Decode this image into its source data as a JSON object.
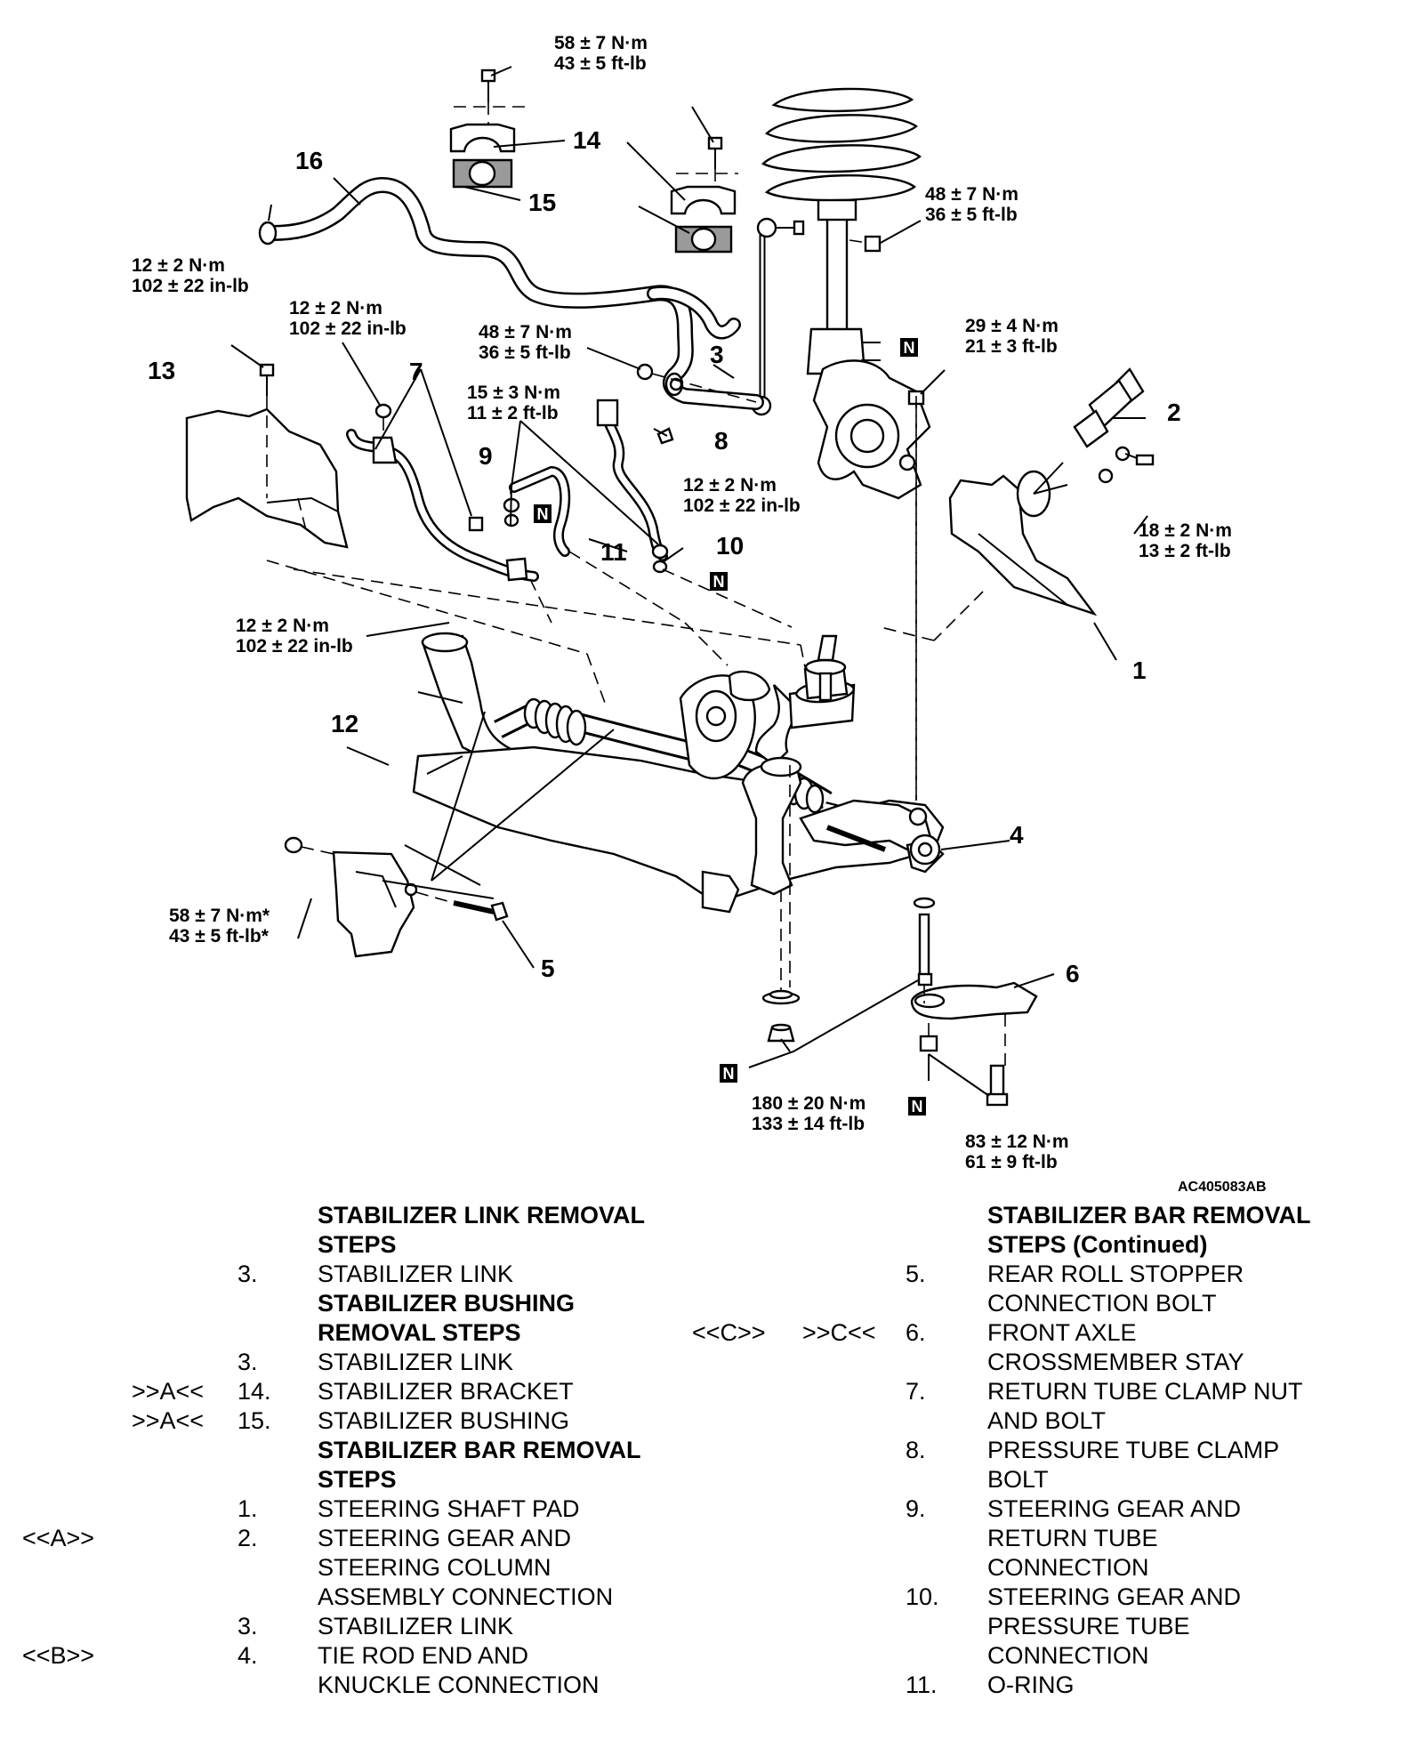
{
  "figure_id": "AC405083AB",
  "callouts": [
    "1",
    "2",
    "3",
    "4",
    "5",
    "6",
    "7",
    "8",
    "9",
    "10",
    "11",
    "12",
    "13",
    "14",
    "15",
    "16"
  ],
  "torques": {
    "t_top": [
      "58 ± 7 N·m",
      "43 ± 5 ft-lb"
    ],
    "t_strut": [
      "48 ± 7 N·m",
      "36 ± 5 ft-lb"
    ],
    "t_knuckle": [
      "29 ± 4 N·m",
      "21 ± 3 ft-lb"
    ],
    "t_13": [
      "12 ± 2 N·m",
      "102 ± 22 in-lb"
    ],
    "t_7": [
      "12 ± 2 N·m",
      "102 ± 22 in-lb"
    ],
    "t_link": [
      "48 ± 7 N·m",
      "36 ± 5 ft-lb"
    ],
    "t_9": [
      "15 ± 3 N·m",
      "11 ± 2 ft-lb"
    ],
    "t_8": [
      "12 ± 2 N·m",
      "102 ± 22 in-lb"
    ],
    "t_2": [
      "18 ± 2 N·m",
      "13 ± 2 ft-lb"
    ],
    "t_clamp": [
      "12 ± 2 N·m",
      "102 ± 22 in-lb"
    ],
    "t_5": [
      "58 ± 7 N·m*",
      "43 ± 5 ft-lb*"
    ],
    "t_bottom": [
      "180 ± 20 N·m",
      "133 ± 14 ft-lb"
    ],
    "t_6": [
      "83 ± 12 N·m",
      "61 ± 9 ft-lb"
    ]
  },
  "new_part_mark": "N",
  "procedure_left": [
    {
      "c1": "",
      "c2": "",
      "num": "",
      "text": "STABILIZER LINK REMOVAL",
      "heading": true
    },
    {
      "c1": "",
      "c2": "",
      "num": "",
      "text": "STEPS",
      "heading": true
    },
    {
      "c1": "",
      "c2": "",
      "num": "3.",
      "text": "STABILIZER LINK",
      "heading": false
    },
    {
      "c1": "",
      "c2": "",
      "num": "",
      "text": "STABILIZER BUSHING",
      "heading": true
    },
    {
      "c1": "",
      "c2": "",
      "num": "",
      "text": "REMOVAL STEPS",
      "heading": true
    },
    {
      "c1": "",
      "c2": "",
      "num": "3.",
      "text": "STABILIZER LINK",
      "heading": false
    },
    {
      "c1": "",
      "c2": ">>A<<",
      "num": "14.",
      "text": "STABILIZER BRACKET",
      "heading": false
    },
    {
      "c1": "",
      "c2": ">>A<<",
      "num": "15.",
      "text": "STABILIZER BUSHING",
      "heading": false
    },
    {
      "c1": "",
      "c2": "",
      "num": "",
      "text": "STABILIZER BAR REMOVAL",
      "heading": true
    },
    {
      "c1": "",
      "c2": "",
      "num": "",
      "text": "STEPS",
      "heading": true
    },
    {
      "c1": "",
      "c2": "",
      "num": "1.",
      "text": "STEERING SHAFT PAD",
      "heading": false
    },
    {
      "c1": "<<A>>",
      "c2": "",
      "num": "2.",
      "text": "STEERING GEAR AND",
      "heading": false
    },
    {
      "c1": "",
      "c2": "",
      "num": "",
      "text": "STEERING COLUMN",
      "heading": false
    },
    {
      "c1": "",
      "c2": "",
      "num": "",
      "text": "ASSEMBLY CONNECTION",
      "heading": false
    },
    {
      "c1": "",
      "c2": "",
      "num": "3.",
      "text": "STABILIZER LINK",
      "heading": false
    },
    {
      "c1": "<<B>>",
      "c2": "",
      "num": "4.",
      "text": "TIE ROD END AND",
      "heading": false
    },
    {
      "c1": "",
      "c2": "",
      "num": "",
      "text": "KNUCKLE CONNECTION",
      "heading": false
    }
  ],
  "procedure_right": [
    {
      "c1": "",
      "c2": "",
      "num": "",
      "text": "STABILIZER BAR REMOVAL",
      "heading": true
    },
    {
      "c1": "",
      "c2": "",
      "num": "",
      "text": "STEPS (Continued)",
      "heading": true
    },
    {
      "c1": "",
      "c2": "",
      "num": "5.",
      "text": "REAR ROLL STOPPER",
      "heading": false
    },
    {
      "c1": "",
      "c2": "",
      "num": "",
      "text": "CONNECTION BOLT",
      "heading": false
    },
    {
      "c1": "<<C>>",
      "c2": ">>C<<",
      "num": "6.",
      "text": "FRONT AXLE",
      "heading": false
    },
    {
      "c1": "",
      "c2": "",
      "num": "",
      "text": "CROSSMEMBER STAY",
      "heading": false
    },
    {
      "c1": "",
      "c2": "",
      "num": "7.",
      "text": "RETURN TUBE CLAMP NUT",
      "heading": false
    },
    {
      "c1": "",
      "c2": "",
      "num": "",
      "text": "AND BOLT",
      "heading": false
    },
    {
      "c1": "",
      "c2": "",
      "num": "8.",
      "text": "PRESSURE TUBE CLAMP",
      "heading": false
    },
    {
      "c1": "",
      "c2": "",
      "num": "",
      "text": "BOLT",
      "heading": false
    },
    {
      "c1": "",
      "c2": "",
      "num": "9.",
      "text": "STEERING GEAR AND",
      "heading": false
    },
    {
      "c1": "",
      "c2": "",
      "num": "",
      "text": "RETURN TUBE",
      "heading": false
    },
    {
      "c1": "",
      "c2": "",
      "num": "",
      "text": "CONNECTION",
      "heading": false
    },
    {
      "c1": "",
      "c2": "",
      "num": "10.",
      "text": "STEERING GEAR AND",
      "heading": false
    },
    {
      "c1": "",
      "c2": "",
      "num": "",
      "text": "PRESSURE TUBE",
      "heading": false
    },
    {
      "c1": "",
      "c2": "",
      "num": "",
      "text": "CONNECTION",
      "heading": false
    },
    {
      "c1": "",
      "c2": "",
      "num": "11.",
      "text": "O-RING",
      "heading": false
    }
  ]
}
